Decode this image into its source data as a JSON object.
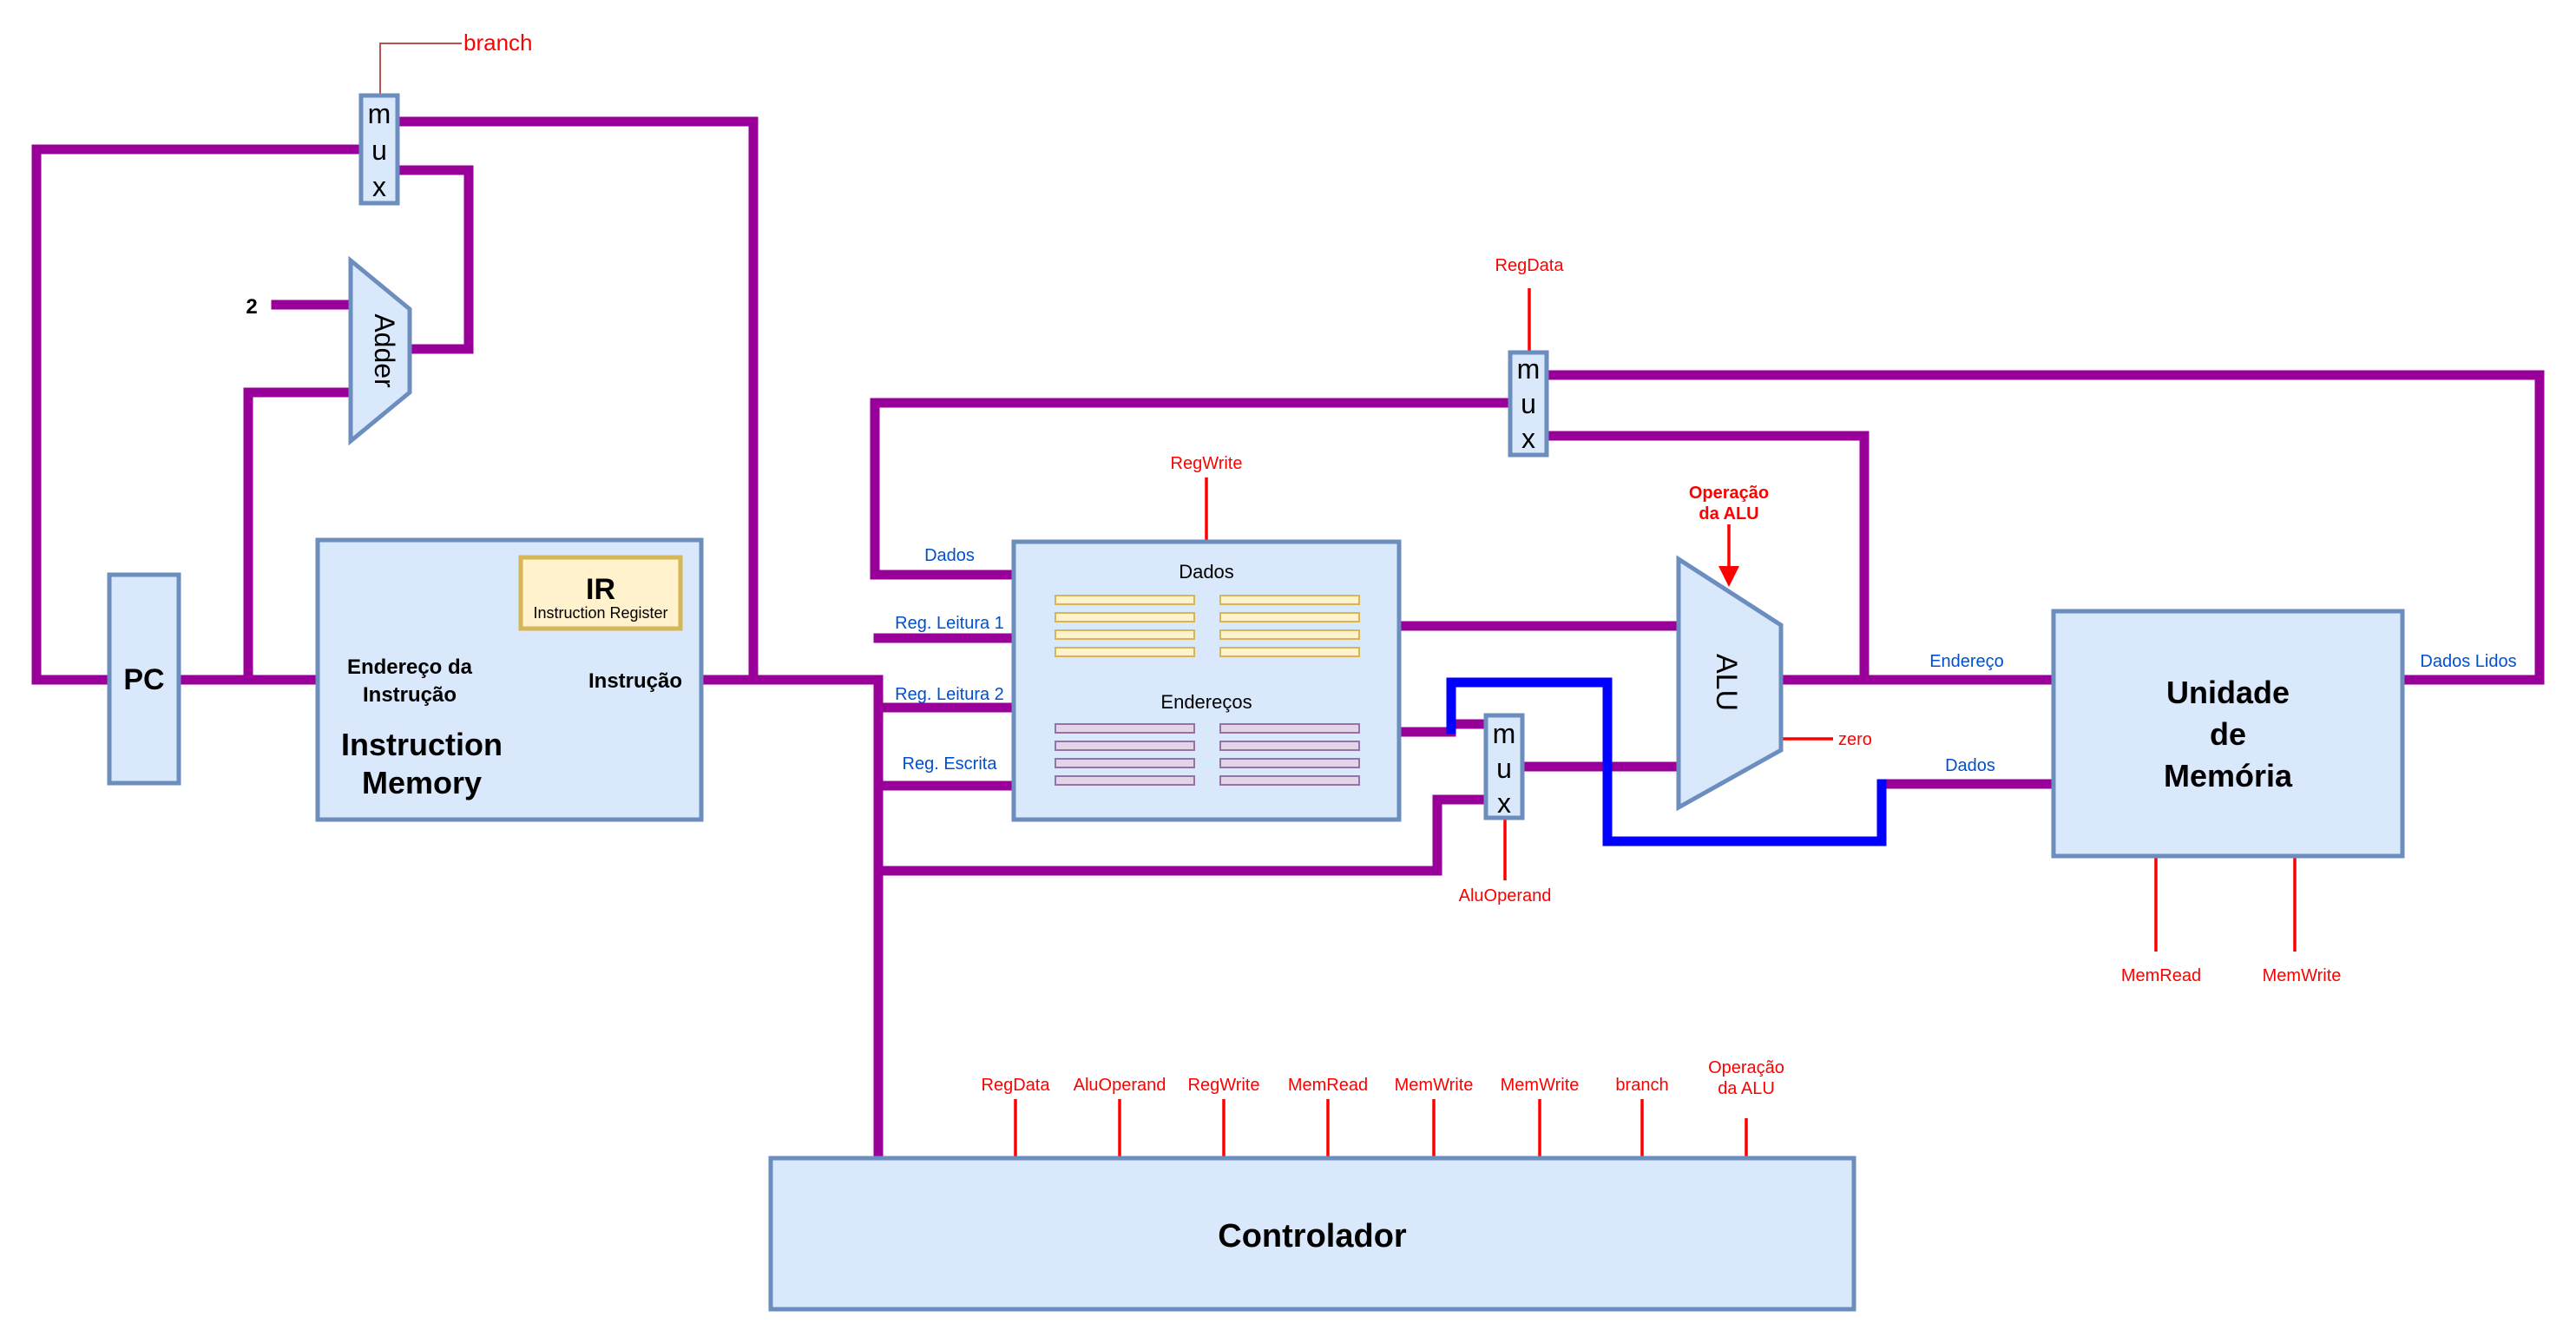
{
  "pc": {
    "label": "PC"
  },
  "instruction_memory": {
    "title_line1": "Instruction",
    "title_line2": "Memory",
    "address_line1": "Endereço da",
    "address_line2": "Instrução",
    "output_label": "Instrução",
    "ir_title": "IR",
    "ir_subtitle": "Instruction Register"
  },
  "adder": {
    "label": "Adder",
    "const_input": "2"
  },
  "pc_mux": {
    "letters": [
      "m",
      "u",
      "x"
    ],
    "control": "branch"
  },
  "regdata_mux": {
    "letters": [
      "m",
      "u",
      "x"
    ],
    "control": "RegData"
  },
  "alu_mux": {
    "letters": [
      "m",
      "u",
      "x"
    ],
    "control": "AluOperand"
  },
  "register_file": {
    "data_title": "Dados",
    "address_title": "Endereços",
    "control": "RegWrite",
    "in_dados": "Dados",
    "in_read1": "Reg. Leitura 1",
    "in_read2": "Reg. Leitura 2",
    "in_write": "Reg. Escrita"
  },
  "alu": {
    "label": "ALU",
    "control_line1": "Operação",
    "control_line2": "da ALU",
    "zero_output": "zero"
  },
  "memory_unit": {
    "line1": "Unidade",
    "line2": "de",
    "line3": "Memória",
    "in_address": "Endereço",
    "in_data": "Dados",
    "out_read": "Dados Lidos",
    "control_read": "MemRead",
    "control_write": "MemWrite"
  },
  "controller": {
    "label": "Controlador",
    "outputs": [
      "RegData",
      "AluOperand",
      "RegWrite",
      "MemRead",
      "MemWrite",
      "MemWrite",
      "branch"
    ],
    "output_last_line1": "Operação",
    "output_last_line2": "da ALU"
  },
  "colors": {
    "wire": "#990099",
    "bus_blue": "#0000ff",
    "control": "#ff0000",
    "block_fill": "#dae8fc",
    "block_stroke": "#6c8ebf",
    "ir_fill": "#fff2cc"
  }
}
